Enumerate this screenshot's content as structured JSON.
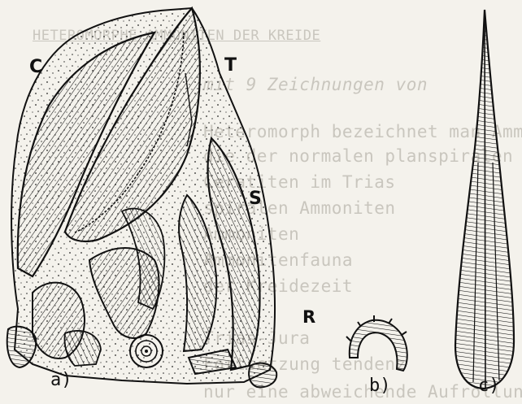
{
  "background_text": {
    "title": "HETEROMORPHE AMMONITEN DER KREIDE",
    "subtitle": "mit 9 Zeichnungen von",
    "lines": [
      "Heteromorph bezeichnet man Ammoniten,",
      "die der normalen planspiralen Form",
      "Ceratiten im Trias",
      "spiralen Ammoniten",
      "Ammoniten",
      "Ammonitenfauna",
      "der Kreidezeit",
      "Trias-Jura",
      "Fortsetzung tendenz",
      "nur eine abweichende Aufrollung"
    ]
  },
  "figure_labels": {
    "C": "C",
    "T": "T",
    "S": "S",
    "R": "R",
    "a": "a)",
    "b": "b)",
    "c": "c)"
  },
  "colors": {
    "ink": "#111111",
    "paper": "#f4f2ec",
    "bleed_text": "#c9c6be"
  }
}
